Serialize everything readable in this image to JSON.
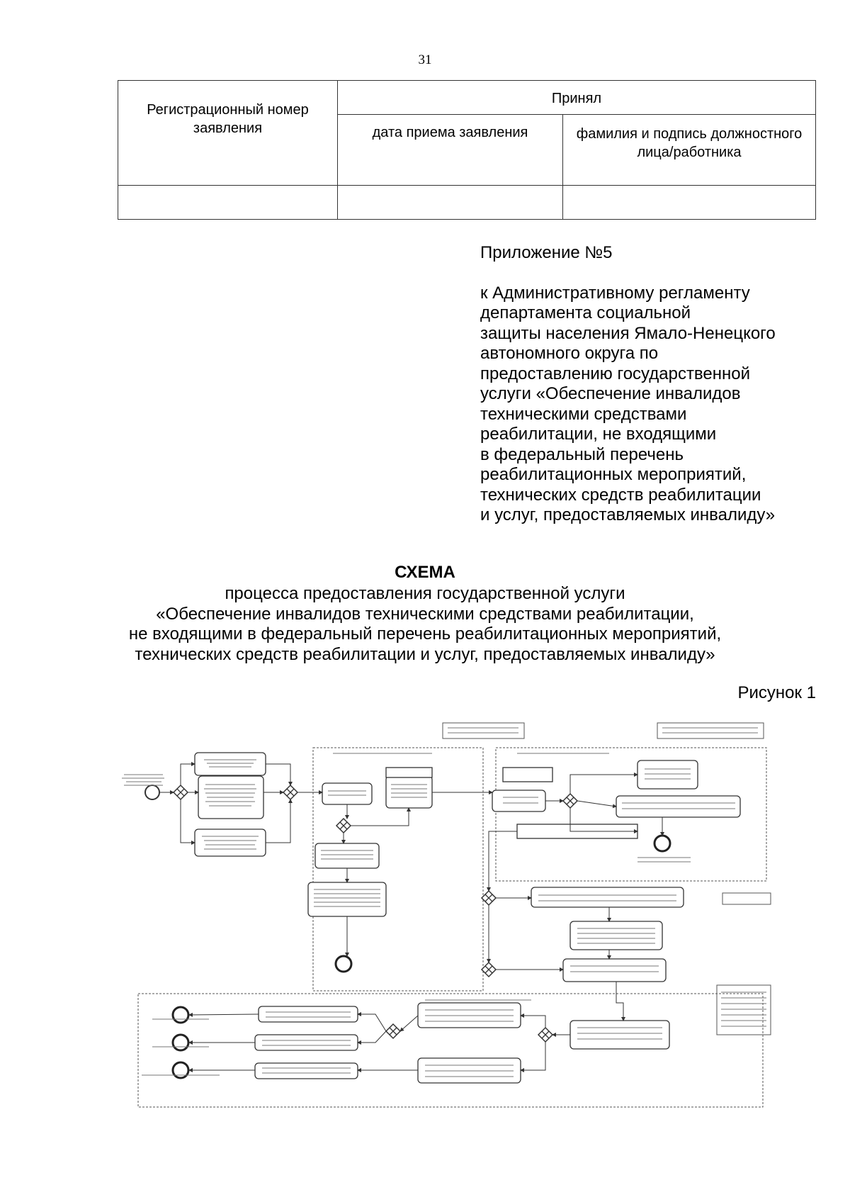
{
  "page_number": "31",
  "registration_table": {
    "col1_header": "Регистрационный номер заявления",
    "accepted_header": "Принял",
    "date_header": "дата приема заявления",
    "signature_header": "фамилия и подпись должностного лица/работника",
    "row": [
      "",
      "",
      ""
    ]
  },
  "appendix": {
    "number": "Приложение №5",
    "lines": [
      "к Административному регламенту",
      "департамента социальной",
      "защиты населения Ямало-Ненецкого",
      "автономного округа по",
      "предоставлению государственной",
      "услуги «Обеспечение инвалидов",
      "техническими средствами",
      "реабилитации, не входящими",
      "в федеральный перечень",
      "реабилитационных мероприятий,",
      "технических средств реабилитации",
      "и услуг, предоставляемых инвалиду»"
    ]
  },
  "scheme": {
    "title": "СХЕМА",
    "subtitle_lines": [
      "процесса предоставления государственной услуги",
      "«Обеспечение инвалидов техническими средствами реабилитации,",
      "не входящими в федеральный перечень реабилитационных мероприятий,",
      "технических средств реабилитации и услуг, предоставляемых инвалиду»"
    ],
    "figure_label": "Рисунок 1"
  }
}
